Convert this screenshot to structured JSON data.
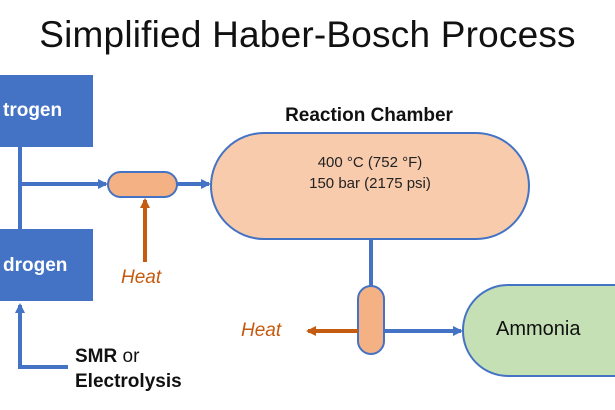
{
  "title": "Simplified Haber-Bosch Process",
  "nodes": {
    "nitrogen": "trogen",
    "hydrogen": "drogen",
    "reaction_chamber": {
      "label": "Reaction Chamber",
      "temperature": "400 °C (752 °F)",
      "pressure": "150 bar (2175 psi)"
    },
    "ammonia": "Ammonia"
  },
  "heat_in": "Heat",
  "heat_out": "Heat",
  "hydrogen_source": {
    "primary": "SMR",
    "connector": "or",
    "secondary": "Electrolysis"
  },
  "colors": {
    "feed_box": "#4472c4",
    "arrow": "#4472c4",
    "heat_arrow": "#c55a11",
    "heater_fill": "#f4b183",
    "chamber_fill": "#f8cbad",
    "ammonia_fill": "#c5e0b4",
    "outline": "#4472c4"
  }
}
